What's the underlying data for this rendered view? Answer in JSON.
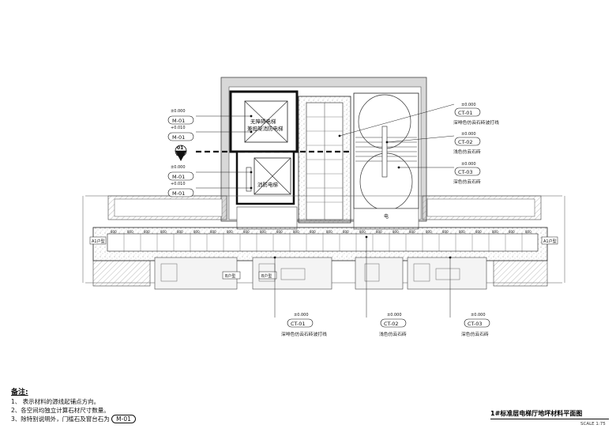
{
  "drawing": {
    "title": "1#标准层电梯厅地坪材料平面图",
    "scale": "SCALE 1:75"
  },
  "rooms": {
    "elevator_top_1": "无障碍电梯",
    "elevator_top_2": "兼担架消防电梯",
    "elevator_bottom": "消防电梯",
    "section_number": "01",
    "section_sheet": "D-01",
    "small_label": "电"
  },
  "left_tags": {
    "elev_1": "±0.000",
    "tag_1": "M-01",
    "elev_2": "+0.010",
    "tag_2": "M-01",
    "elev_3": "±0.000",
    "tag_3": "M-01",
    "elev_4": "+0.010",
    "tag_4": "M-01"
  },
  "right_tags": [
    {
      "elev": "±0.000",
      "tag": "CT-01",
      "desc": "深啡色仿云石砖波打线"
    },
    {
      "elev": "±0.000",
      "tag": "CT-02",
      "desc": "浅色仿云石砖"
    },
    {
      "elev": "±0.000",
      "tag": "CT-03",
      "desc": "深色仿云石砖"
    }
  ],
  "bottom_tags": [
    {
      "elev": "±0.000",
      "tag": "CT-01",
      "desc": "深啡色仿云石砖波打线"
    },
    {
      "elev": "±0.000",
      "tag": "CT-02",
      "desc": "浅色仿云石砖"
    },
    {
      "elev": "±0.000",
      "tag": "CT-03",
      "desc": "深色仿云石砖"
    }
  ],
  "unit_labels": {
    "a1_left": "A1户型",
    "a1_right": "A1户型",
    "b_left": "B户型",
    "b_right": "B户型"
  },
  "tile_dims": [
    "800",
    "800",
    "800",
    "800",
    "800",
    "800",
    "800",
    "800",
    "800",
    "800",
    "800",
    "800",
    "800",
    "800",
    "800",
    "800",
    "800",
    "800",
    "800",
    "800",
    "800",
    "800",
    "800",
    "800",
    "800",
    "800"
  ],
  "notes": {
    "heading": "备注:",
    "line1": "1、 表示材料的源线起铺点方向。",
    "line2": "2、各空间均独立计算石材尺寸数量。",
    "line3": "3、除特别说明外，门槛石及窗台石为",
    "line3_tag": "M-01"
  }
}
